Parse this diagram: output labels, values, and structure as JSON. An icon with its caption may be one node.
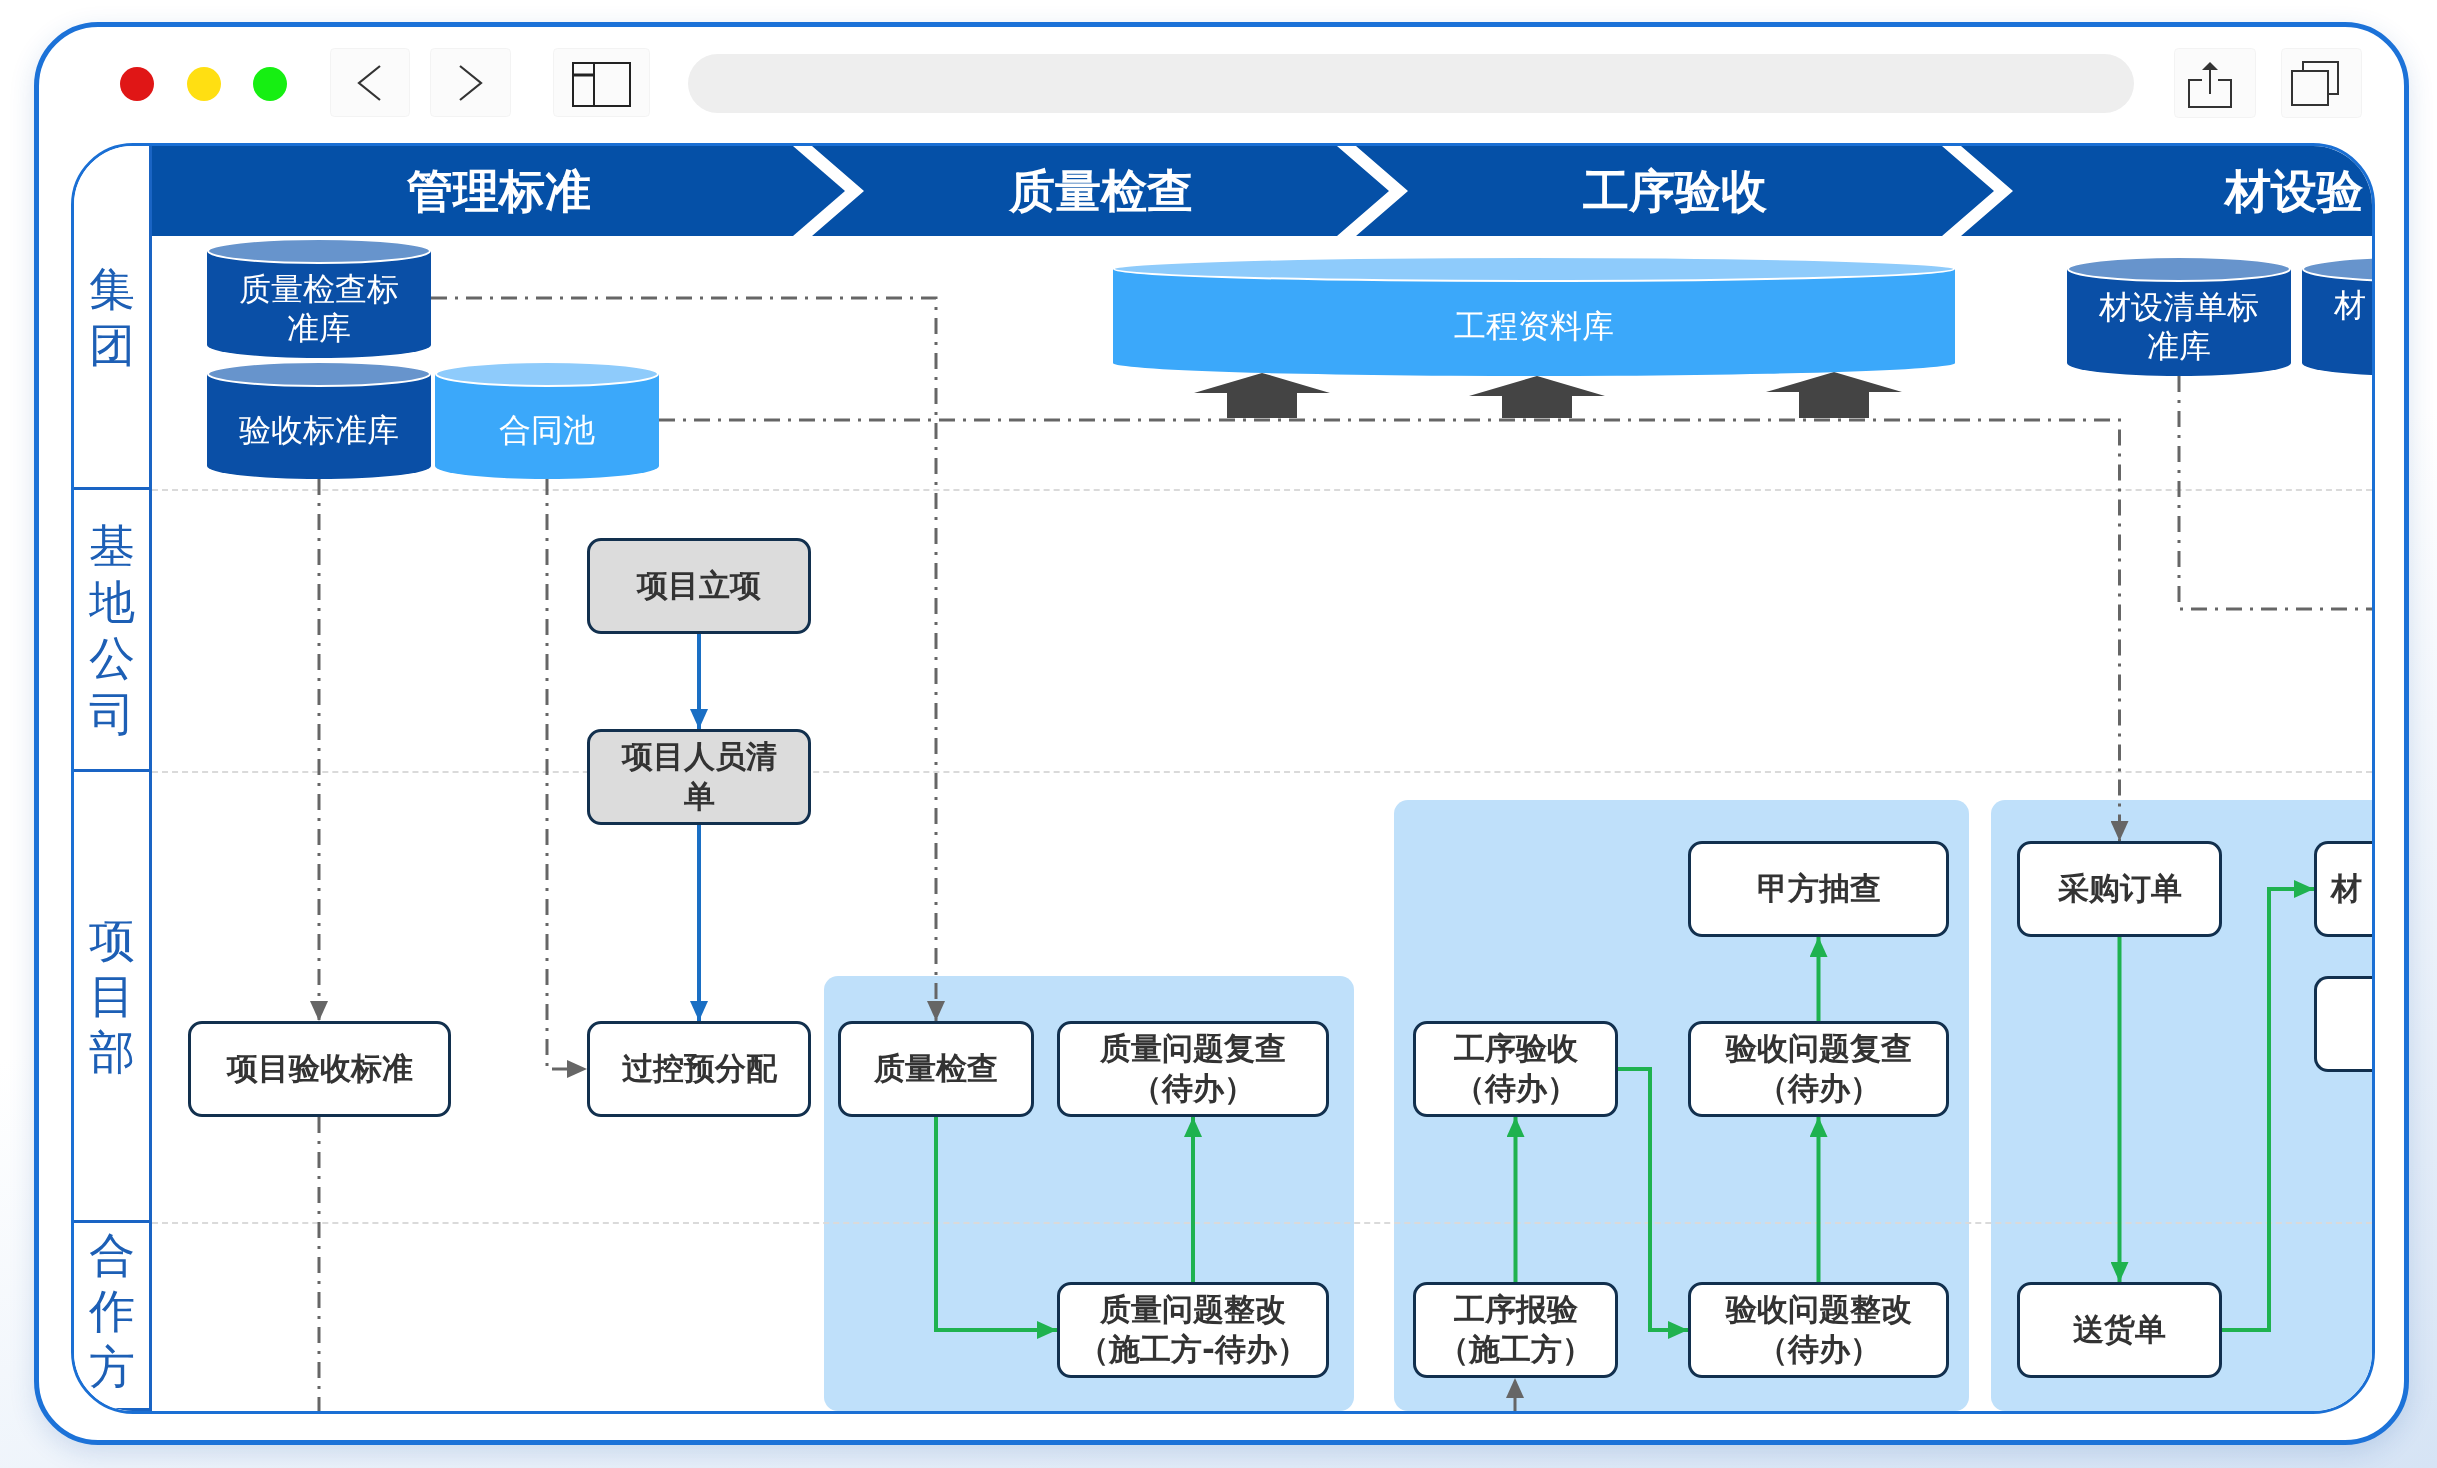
{
  "diagram": {
    "nodes": [
      {
        "text": [
          "管理标准"
        ]
      },
      {
        "text": [
          "质量检查"
        ]
      },
      {
        "text": [
          "工序验收"
        ]
      },
      {
        "text": [
          "材设验"
        ]
      },
      {
        "text": [
          "集团"
        ]
      },
      {
        "text": [
          "质量检查标准库"
        ]
      },
      {
        "text": [
          "工程资料库"
        ]
      },
      {
        "text": [
          "材设清单标准库"
        ]
      },
      {
        "text": [
          "材"
        ]
      },
      {
        "text": [
          "验收标准库"
        ]
      },
      {
        "text": [
          "合同池"
        ]
      },
      {
        "text": [
          "基地公司"
        ]
      },
      {
        "text": [
          "项目立项"
        ]
      },
      {
        "text": [
          "项目人员清单"
        ]
      },
      {
        "text": [
          "项目部"
        ]
      },
      {
        "text": [],
        "shape": "box"
      },
      {
        "text": [
          "甲方抽查"
        ],
        "in": 15
      },
      {
        "text": [],
        "shape": "box"
      },
      {
        "text": [
          "采购订单"
        ],
        "in": 17
      },
      {
        "text": [
          "材"
        ],
        "in": 17
      },
      {
        "text": [],
        "shape": "box",
        "in": 17
      },
      {
        "text": [
          "项目验收标准"
        ]
      },
      {
        "text": [
          "过控预分配"
        ]
      },
      {
        "text": [],
        "shape": "box"
      },
      {
        "text": [
          "质量检查"
        ],
        "in": 23
      },
      {
        "text": [
          "质量问题复查（待办）"
        ],
        "in": 23
      },
      {
        "text": [
          "工序验收（待办）"
        ],
        "in": 15
      },
      {
        "text": [
          "验收问题复查（待办）"
        ],
        "in": 15
      },
      {
        "text": [
          "合作方"
        ]
      },
      {
        "text": [
          "质量问题整改（施工方-待办）"
        ],
        "in": 23
      },
      {
        "text": [
          "工序报验（施工方）"
        ],
        "in": 15
      },
      {
        "text": [
          "验收问题整改（待办）"
        ],
        "in": 15
      },
      {
        "text": [
          "送货单"
        ],
        "in": 17
      }
    ],
    "edges": [
      {
        "from": 5,
        "to": 24,
        "arrow": "to",
        "style": "dashed",
        "color": "#666666"
      },
      {
        "from": 9,
        "to": 21,
        "arrow": "to",
        "style": "dashed",
        "color": "#666666"
      },
      {
        "from": 21,
        "to": null,
        "arrow": "none",
        "style": "dashed",
        "color": "#666666"
      },
      {
        "from": 10,
        "to": 22,
        "arrow": "to",
        "style": "dashed",
        "color": "#666666"
      },
      {
        "from": 10,
        "to": 18,
        "arrow": "to",
        "style": "dashed",
        "color": "#666666"
      },
      {
        "from": null,
        "to": 6,
        "arrow": "to",
        "style": "thick",
        "color": "#444444"
      },
      {
        "from": null,
        "to": 6,
        "arrow": "to",
        "style": "thick",
        "color": "#444444"
      },
      {
        "from": null,
        "to": 6,
        "arrow": "to",
        "style": "thick",
        "color": "#444444"
      },
      {
        "from": 7,
        "to": null,
        "arrow": "none",
        "style": "dashed",
        "color": "#666666"
      },
      {
        "from": 12,
        "to": 13,
        "arrow": "to",
        "color": "#1a6fc4"
      },
      {
        "from": 13,
        "to": 22,
        "arrow": "to",
        "color": "#1a6fc4"
      },
      {
        "from": 24,
        "to": 29,
        "arrow": "to"
      },
      {
        "from": 29,
        "to": 25,
        "arrow": "to"
      },
      {
        "from": 30,
        "to": 26,
        "arrow": "to"
      },
      {
        "from": 26,
        "to": 31,
        "arrow": "to"
      },
      {
        "from": 31,
        "to": 27,
        "arrow": "to"
      },
      {
        "from": 27,
        "to": 16,
        "arrow": "to"
      },
      {
        "from": 18,
        "to": 32,
        "arrow": "to"
      },
      {
        "from": 32,
        "to": 19,
        "arrow": "to"
      },
      {
        "from": null,
        "to": 30,
        "arrow": "to",
        "style": "dashed",
        "color": "#666666"
      }
    ]
  }
}
